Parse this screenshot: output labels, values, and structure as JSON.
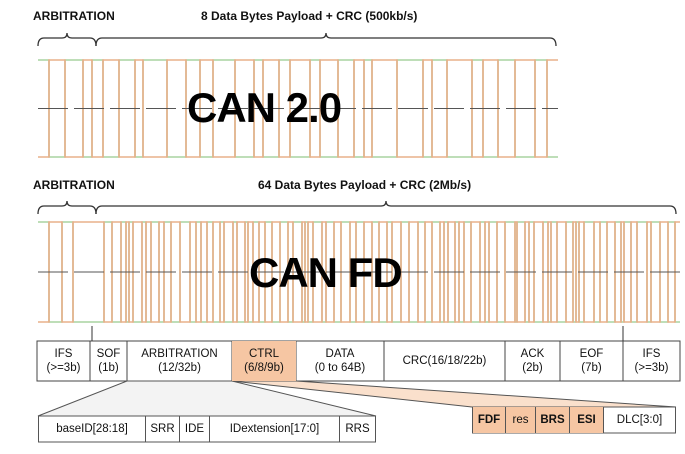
{
  "can20": {
    "arbitration_label": "ARBITRATION",
    "payload_label": "8 Data Bytes Payload + CRC (500kb/s)",
    "title": "CAN 2.0"
  },
  "canfd": {
    "arbitration_label": "ARBITRATION",
    "payload_label": "64 Data Bytes Payload + CRC (2Mb/s)",
    "title": "CAN FD"
  },
  "frame_fields": [
    {
      "name": "IFS",
      "detail": "(>=3b)"
    },
    {
      "name": "SOF",
      "detail": "(1b)"
    },
    {
      "name": "ARBITRATION",
      "detail": "(12/32b)"
    },
    {
      "name": "CTRL",
      "detail": "(6/8/9b)",
      "highlight": true
    },
    {
      "name": "DATA",
      "detail": "(0 to 64B)"
    },
    {
      "name": "CRC(16/18/22b)",
      "detail": ""
    },
    {
      "name": "ACK",
      "detail": "(2b)"
    },
    {
      "name": "EOF",
      "detail": "(7b)"
    },
    {
      "name": "IFS",
      "detail": "(>=3b)"
    }
  ],
  "arbitration_fields": [
    "baseID[28:18]",
    "SRR",
    "IDE",
    "IDextension[17:0]",
    "RRS"
  ],
  "ctrl_fields": [
    "FDF",
    "res",
    "BRS",
    "ESI",
    "DLC[3:0]"
  ],
  "colors": {
    "green": "#a9d4a0",
    "orange": "#e9b08a",
    "highlight": "#f6c6a3",
    "dark": "#4a4a4a"
  }
}
